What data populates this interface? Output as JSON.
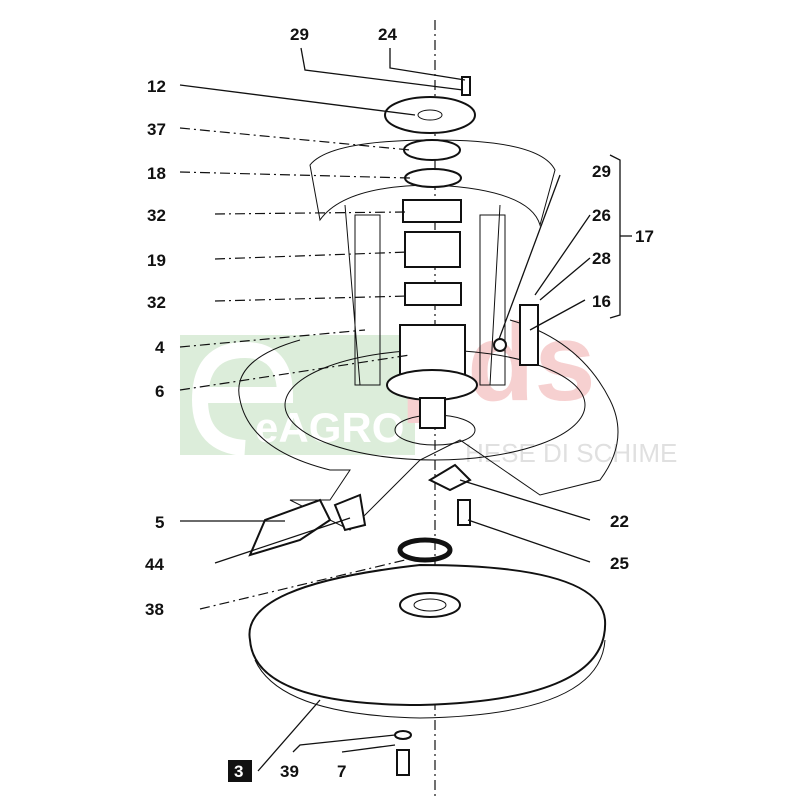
{
  "diagram": {
    "labels": {
      "l29a": "29",
      "l24": "24",
      "l12": "12",
      "l37": "37",
      "l18": "18",
      "l32a": "32",
      "l19": "19",
      "l32b": "32",
      "l4": "4",
      "l6": "6",
      "l5": "5",
      "l44": "44",
      "l38": "38",
      "l3": "3",
      "l39": "39",
      "l7": "7",
      "l29b": "29",
      "l26": "26",
      "l17": "17",
      "l28": "28",
      "l16": "16",
      "l22": "22",
      "l25": "25"
    },
    "watermark": {
      "brand_left": "eAGRO",
      "brand_right": "pds",
      "tagline": "HESE DI SCHIME"
    },
    "colors": {
      "watermark_green": "#d9ecd6",
      "watermark_red": "#f6cccc"
    }
  }
}
